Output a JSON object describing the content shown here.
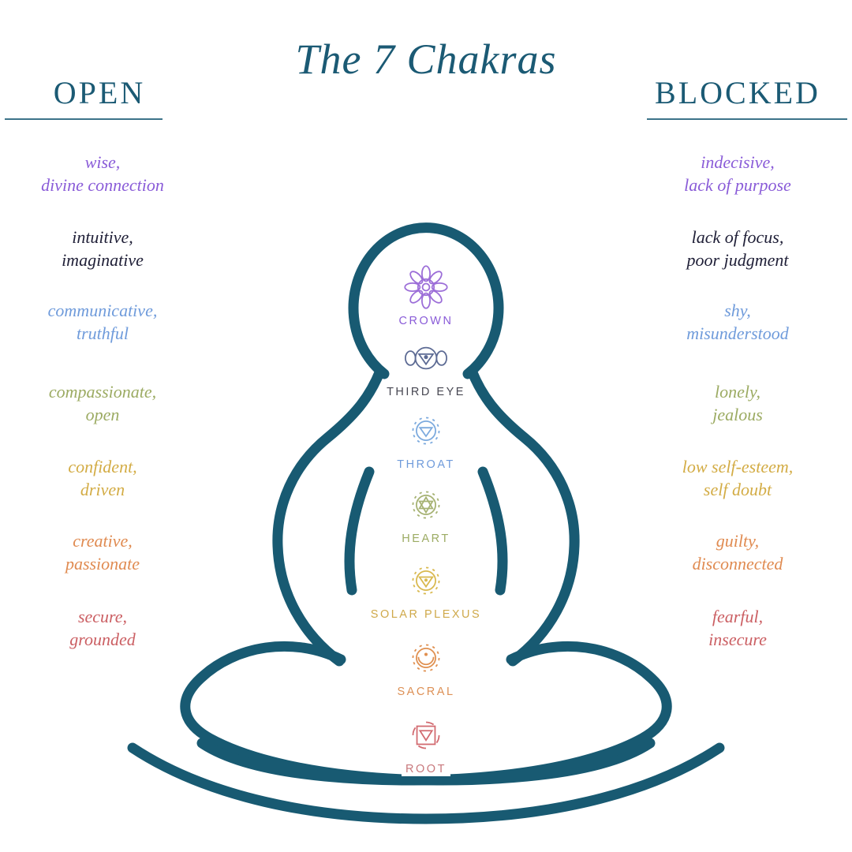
{
  "title": "The 7 Chakras",
  "headers": {
    "open": "OPEN",
    "blocked": "BLOCKED"
  },
  "theme": {
    "teal": "#1b5a74",
    "figure": "#185a72",
    "background": "#ffffff"
  },
  "chakras": [
    {
      "label": "CROWN",
      "open": "wise,\ndivine connection",
      "blocked": "indecisive,\nlack of purpose",
      "trait_color": "#8a5cd8",
      "icon_color": "#9c6ed8",
      "label_color": "#8a5cd8"
    },
    {
      "label": "THIRD EYE",
      "open": "intuitive,\nimaginative",
      "blocked": "lack of focus,\npoor judgment",
      "trait_color": "#202038",
      "icon_color": "#5d6b94",
      "label_color": "#474752"
    },
    {
      "label": "THROAT",
      "open": "communicative,\ntruthful",
      "blocked": "shy,\nmisunderstood",
      "trait_color": "#6f9bdb",
      "icon_color": "#7caade",
      "label_color": "#6f9bdb"
    },
    {
      "label": "HEART",
      "open": "compassionate,\nopen",
      "blocked": "lonely,\njealous",
      "trait_color": "#9cab63",
      "icon_color": "#a6b273",
      "label_color": "#9cab63"
    },
    {
      "label": "SOLAR PLEXUS",
      "open": "confident,\ndriven",
      "blocked": "low self-esteem,\nself doubt",
      "trait_color": "#d3ac45",
      "icon_color": "#d9b94f",
      "label_color": "#cfa94a"
    },
    {
      "label": "SACRAL",
      "open": "creative,\npassionate",
      "blocked": "guilty,\ndisconnected",
      "trait_color": "#e08b51",
      "icon_color": "#e09050",
      "label_color": "#dd9055"
    },
    {
      "label": "ROOT",
      "open": "secure,\ngrounded",
      "blocked": "fearful,\ninsecure",
      "trait_color": "#cb5f63",
      "icon_color": "#d26a70",
      "label_color": "#c8787c"
    }
  ]
}
